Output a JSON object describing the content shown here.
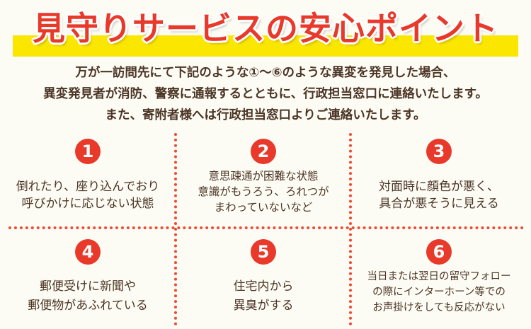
{
  "title": "見守りサービスの安心ポイント",
  "intro": [
    "万が一訪問先にて下記のような①～⑥のような異変を発見した場合、",
    "異変発見者が消防、警察に通報するとともに、行政担当窓口に連絡いたします。",
    "また、寄附者様へは行政担当窓口よりご連絡いたします。"
  ],
  "points": [
    {
      "num": "1",
      "lines": [
        "倒れたり、座り込んでおり",
        "呼びかけに応じない状態"
      ]
    },
    {
      "num": "2",
      "lines": [
        "意思疎通が困難な状態",
        "意識がもうろう、ろれつが",
        "まわっていないなど"
      ]
    },
    {
      "num": "3",
      "lines": [
        "対面時に顔色が悪く、",
        "具合が悪そうに見える"
      ]
    },
    {
      "num": "4",
      "lines": [
        "郵便受けに新聞や",
        "郵便物があふれている"
      ]
    },
    {
      "num": "5",
      "lines": [
        "住宅内から",
        "異臭がする"
      ]
    },
    {
      "num": "6",
      "lines": [
        "当日または翌日の留守フォロー",
        "の際にインターホーン等での",
        "お声掛けをしても反応がない"
      ]
    }
  ],
  "colors": {
    "accent": "#e8392a",
    "band": "#fbe600",
    "text": "#4b3526"
  }
}
